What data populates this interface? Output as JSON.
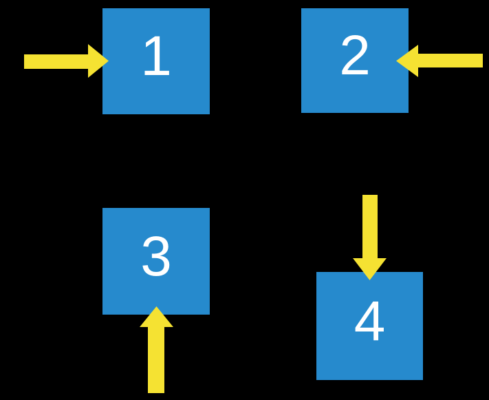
{
  "diagram": {
    "title_hint": "four numbered squares with directional block arrows",
    "background_color": "#000000",
    "square_color": "#268ACD",
    "arrow_color": "#F5E232",
    "label_color": "#FFFFFF",
    "squares": [
      {
        "label": "1",
        "arrow_direction": "right",
        "arrow_targets": "left side of square 1"
      },
      {
        "label": "2",
        "arrow_direction": "left",
        "arrow_targets": "right side of square 2"
      },
      {
        "label": "3",
        "arrow_direction": "up",
        "arrow_targets": "bottom side of square 3"
      },
      {
        "label": "4",
        "arrow_direction": "down",
        "arrow_targets": "top side of square 4"
      }
    ]
  }
}
